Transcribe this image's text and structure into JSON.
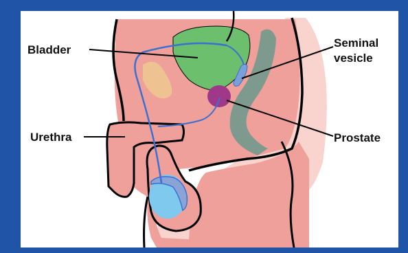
{
  "labels": {
    "bladder": "Bladder",
    "urethra": "Urethra",
    "seminal_vesicle_line1": "Seminal",
    "seminal_vesicle_line2": "vesicle",
    "prostate": "Prostate"
  },
  "colors": {
    "frame": "#1f54a6",
    "skin": "#f0a09a",
    "skin_light": "#f9d4cf",
    "bladder": "#6cbf6c",
    "prostate": "#a0388a",
    "seminal_vesicle": "#7aa0d8",
    "rectum": "#7e9a8e",
    "pubic_bone": "#eec291",
    "testis": "#7fc8ee",
    "epididymis": "#8aa4d8",
    "urethra": "#3b6fd0",
    "outline": "#000000"
  }
}
